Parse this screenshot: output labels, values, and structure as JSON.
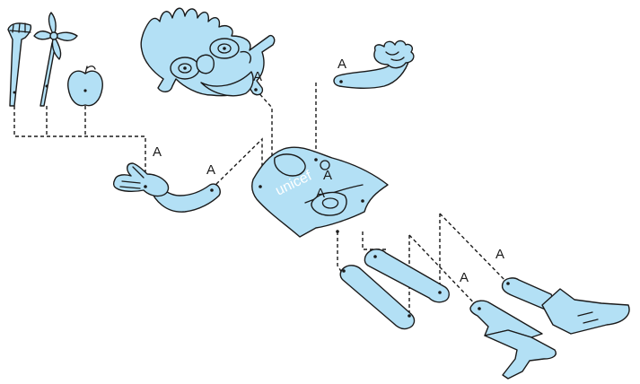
{
  "labels": {
    "head_pivot": "A",
    "arm_top_pivot": "A",
    "hand_pivot": "A",
    "arm_left_pivot": "A",
    "torso_pivot_upper": "A",
    "torso_pivot_lower": "A",
    "leg_left_pivot": "A",
    "leg_right_pivot": "A"
  },
  "logo_text": "unicef",
  "colors": {
    "part_fill": "#b3e0f5",
    "outline": "#1a1a1a",
    "background": "#ffffff"
  }
}
